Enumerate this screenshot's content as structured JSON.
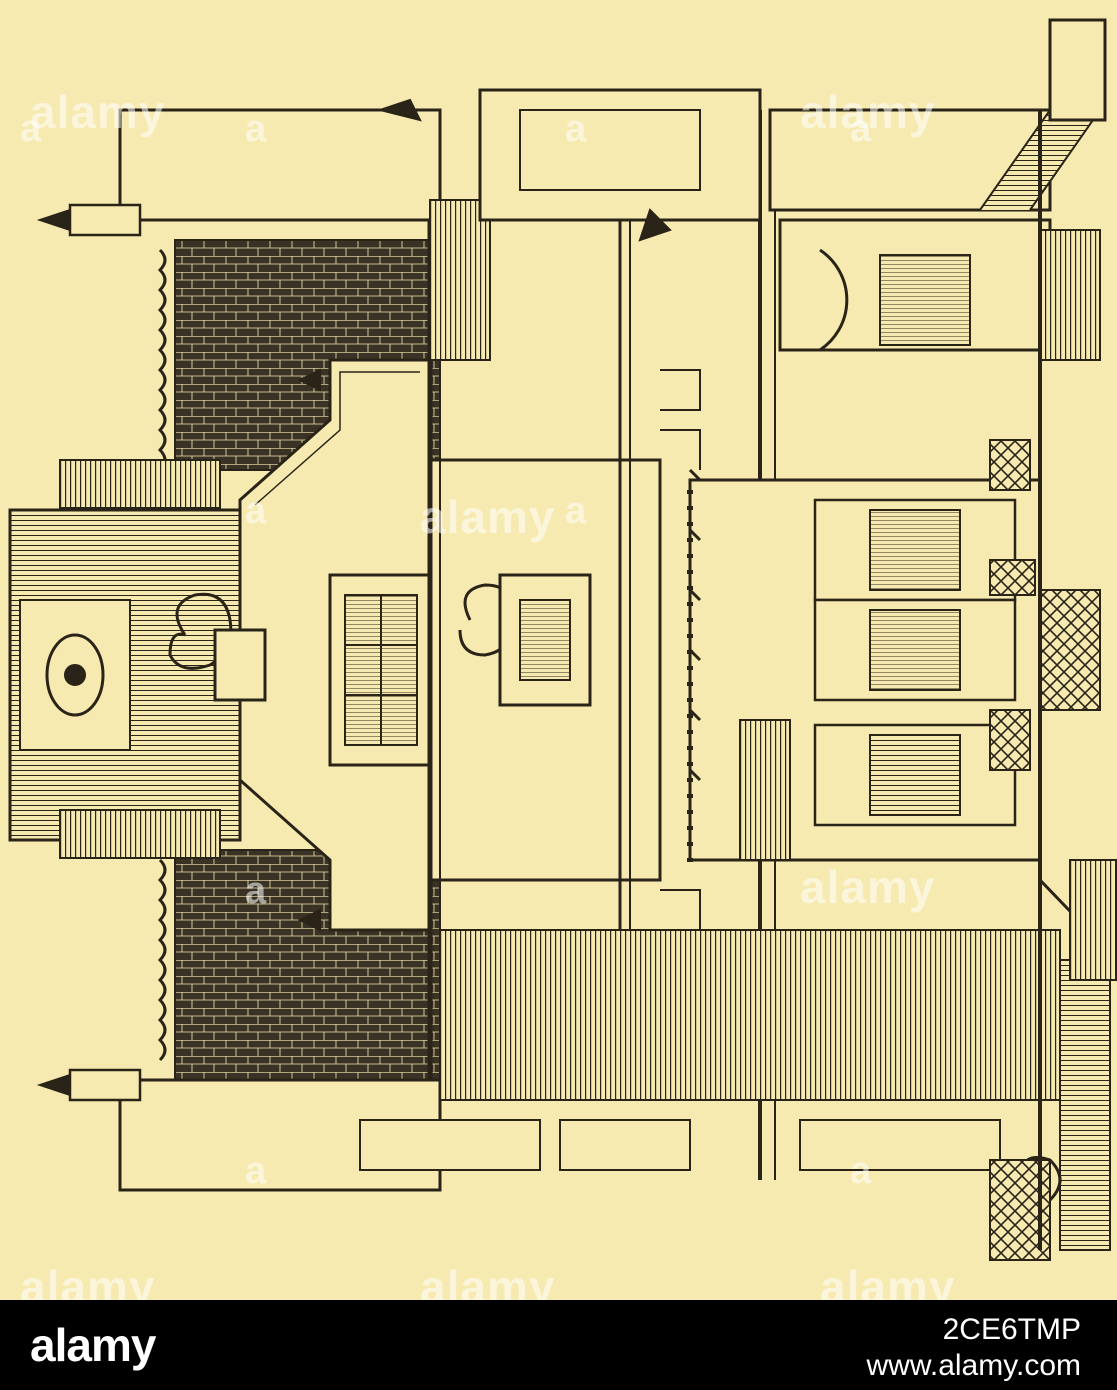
{
  "watermark": {
    "brand": "alamy",
    "letter": "a"
  },
  "footer": {
    "logo": "alamy",
    "image_id": "2CE6TMP",
    "site": "www.alamy.com"
  },
  "colors": {
    "paper": "#f6eab0",
    "ink": "#2a2418",
    "footer_bg": "#000000"
  }
}
